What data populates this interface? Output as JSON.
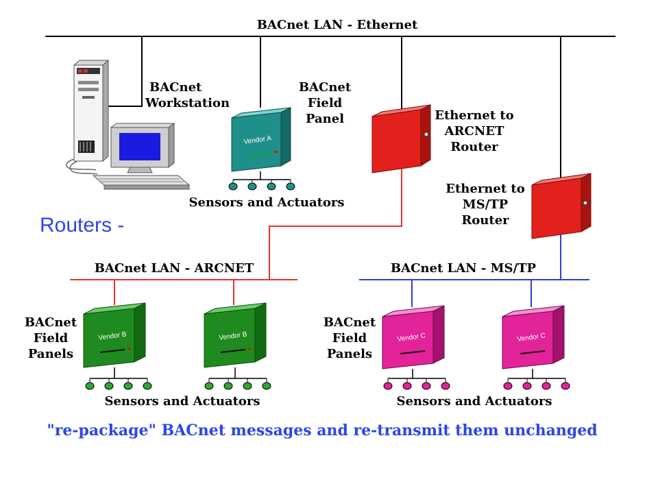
{
  "diagram": {
    "networks": {
      "ethernet": "BACnet LAN - Ethernet",
      "arcnet": "BACnet LAN - ARCNET",
      "mstp": "BACnet LAN - MS/TP"
    },
    "workstation": {
      "line1": "BACnet",
      "line2": "Workstation"
    },
    "field_panel_a": {
      "line1": "BACnet",
      "line2": "Field",
      "line3": "Panel",
      "vendor": "Vendor A"
    },
    "router_arcnet": {
      "line1": "Ethernet to",
      "line2": "ARCNET",
      "line3": "Router"
    },
    "router_mstp": {
      "line1": "Ethernet to",
      "line2": "MS/TP",
      "line3": "Router"
    },
    "sensors_label": "Sensors and Actuators",
    "headline": "Routers -",
    "arcnet_panels": {
      "line1": "BACnet",
      "line2": "Field",
      "line3": "Panels",
      "vendor": "Vendor B"
    },
    "mstp_panels": {
      "line1": "BACnet",
      "line2": "Field",
      "line3": "Panels",
      "vendor": "Vendor C"
    },
    "footer": "\"re-package\" BACnet messages and re-transmit them unchanged"
  },
  "colors": {
    "ethernet_line": "#000000",
    "arcnet_line": "#e8332a",
    "mstp_line": "#2b3fd6",
    "router": "#e3211c",
    "vendor_a": "#1f8f8a",
    "vendor_b": "#1f8a1f",
    "vendor_c": "#e3239a",
    "accent_text": "#2b46e6"
  }
}
